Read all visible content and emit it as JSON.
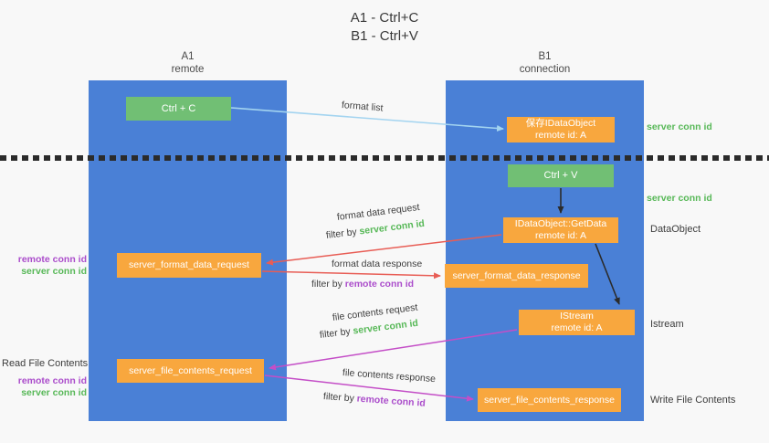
{
  "title": {
    "line1": "A1 - Ctrl+C",
    "line2": "B1 - Ctrl+V"
  },
  "columns": {
    "left": {
      "id": "A1",
      "role": "remote"
    },
    "right": {
      "id": "B1",
      "role": "connection"
    }
  },
  "nodes": {
    "ctrl_c": {
      "label": "Ctrl + C"
    },
    "save_idataobject": {
      "line1": "保存IDataObject",
      "line2": "remote id: A"
    },
    "ctrl_v": {
      "label": "Ctrl + V"
    },
    "getdata": {
      "line1": "IDataObject::GetData",
      "line2": "remote id: A"
    },
    "format_request": {
      "label": "server_format_data_request"
    },
    "format_response": {
      "label": "server_format_data_response"
    },
    "istream": {
      "line1": "IStream",
      "line2": "remote id: A"
    },
    "file_request": {
      "label": "server_file_contents_request"
    },
    "file_response": {
      "label": "server_file_contents_response"
    }
  },
  "arrow_labels": {
    "format_list": "format list",
    "format_data_request": "format data request",
    "format_data_response": "format data response",
    "file_contents_request": "file contents request",
    "file_contents_response": "file contents response",
    "filter_by": "filter by"
  },
  "keys": {
    "server_conn_id": "server conn id",
    "remote_conn_id": "remote conn id"
  },
  "side_labels": {
    "dataobject": "DataObject",
    "istream": "Istream",
    "read_file_contents": "Read File Contents",
    "write_file_contents": "Write File Contents"
  },
  "colors": {
    "column_blue": "#4a80d6",
    "box_green": "#71bf74",
    "box_orange": "#f8a73e",
    "text_green": "#57b857",
    "text_purple": "#ab4dcb",
    "arrow_red": "#e85d55",
    "arrow_magenta": "#c44ec7",
    "arrow_lightblue": "#a3d4f0",
    "arrow_black": "#2b2b2b"
  }
}
